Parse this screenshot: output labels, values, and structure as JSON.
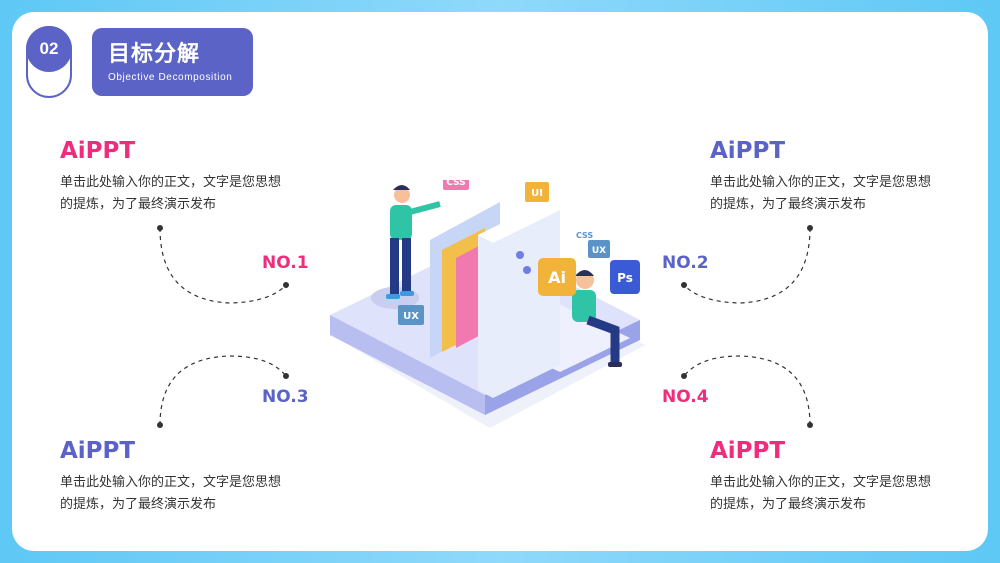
{
  "section": {
    "number": "02",
    "title": "目标分解",
    "subtitle": "Objective Decomposition"
  },
  "items": [
    {
      "heading": "AiPPT",
      "text_line1": "单击此处输入你的正文，文字是您思想",
      "text_line2": "的提炼，为了最终演示发布",
      "label": "NO.1"
    },
    {
      "heading": "AiPPT",
      "text_line1": "单击此处输入你的正文，文字是您思想",
      "text_line2": "的提炼，为了最终演示发布",
      "label": "NO.2"
    },
    {
      "heading": "AiPPT",
      "text_line1": "单击此处输入你的正文，文字是您思想",
      "text_line2": "的提炼，为了最终演示发布",
      "label": "NO.3"
    },
    {
      "heading": "AiPPT",
      "text_line1": "单击此处输入你的正文，文字是您思想",
      "text_line2": "的提炼，为了最终演示发布",
      "label": "NO.4"
    }
  ],
  "illustration": {
    "tags": [
      "CSS",
      "UI",
      "UX",
      "Ai",
      "Ps",
      "CSS",
      "UX"
    ]
  },
  "colors": {
    "accent_blue": "#5b63c7",
    "accent_pink": "#f02d7d",
    "frame": "#5ec8f5"
  }
}
